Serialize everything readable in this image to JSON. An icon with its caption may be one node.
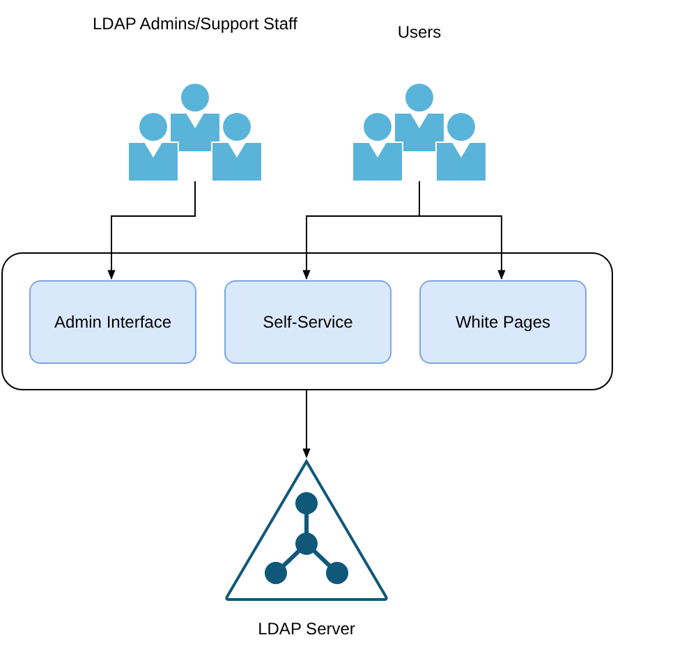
{
  "diagram": {
    "nodes": [
      {
        "text": [
          "LDAP Admins/Support Staff"
        ]
      },
      {
        "text": [
          "Users"
        ]
      },
      {
        "text": [],
        "shape": "box"
      },
      {
        "text": [
          "Admin Interface"
        ],
        "in": 2
      },
      {
        "text": [
          "Self-Service"
        ],
        "in": 2
      },
      {
        "text": [
          "White Pages"
        ],
        "in": 2
      },
      {
        "text": [
          "LDAP Server"
        ]
      }
    ],
    "edges": [
      {
        "from": 0,
        "to": 3,
        "arrow": "to"
      },
      {
        "from": 1,
        "to": 4,
        "arrow": "to"
      },
      {
        "from": 1,
        "to": 5,
        "arrow": "to"
      },
      {
        "from": 2,
        "to": 6,
        "arrow": "to"
      }
    ]
  }
}
